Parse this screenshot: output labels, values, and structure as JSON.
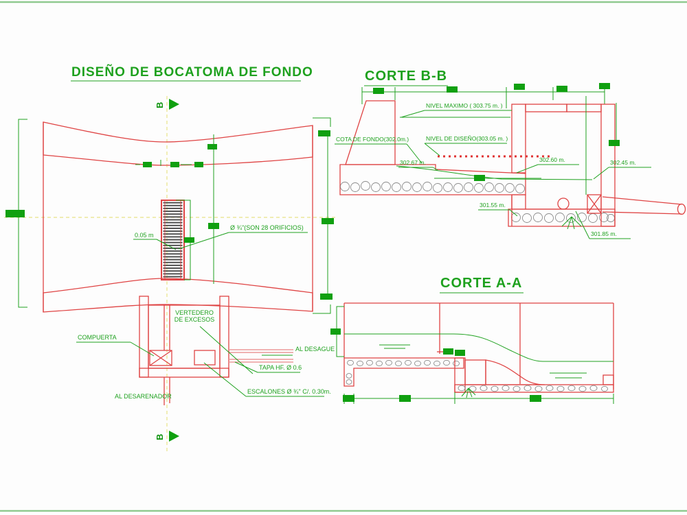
{
  "page": {
    "background": "#fdfdfd",
    "frame_color": "#8fca8f"
  },
  "plan": {
    "title": "DISEÑO DE BOCATOMA DE FONDO",
    "section_letter": "B",
    "labels": {
      "gap": "0.05 m",
      "orifices": "Ø ¾\"(SON 28 ORIFICIOS)",
      "vertedero1": "VERTEDERO",
      "vertedero2": "DE EXCESOS",
      "compuerta": "COMPUERTA",
      "al_desarenador": "AL DESARENADOR",
      "al_desague": "AL DESAGUE",
      "tapa": "TAPA HF. Ø 0.6",
      "escalones": "ESCALONES Ø ¾\" C/.  0.30m."
    }
  },
  "corte_bb": {
    "title": "CORTE B-B",
    "labels": {
      "nivel_maximo": "NIVEL MAXIMO ( 303.75 m. )",
      "nivel_diseno": "NIVEL DE DISEÑO(303.05 m. )",
      "cota_fondo": "COTA DE FONDO(302.0m.)",
      "l302_67": "302.67 m.",
      "l302_60": "302.60 m.",
      "l302_45": "302.45 m.",
      "l301_55": "301.55 m.",
      "l301_85": "301.85 m."
    }
  },
  "corte_aa": {
    "title": "CORTE A-A"
  },
  "colors": {
    "green": "#1ea11e",
    "red": "#df4343",
    "pink": "#eb9a9a",
    "centerline_yellow": "#e9e387"
  }
}
